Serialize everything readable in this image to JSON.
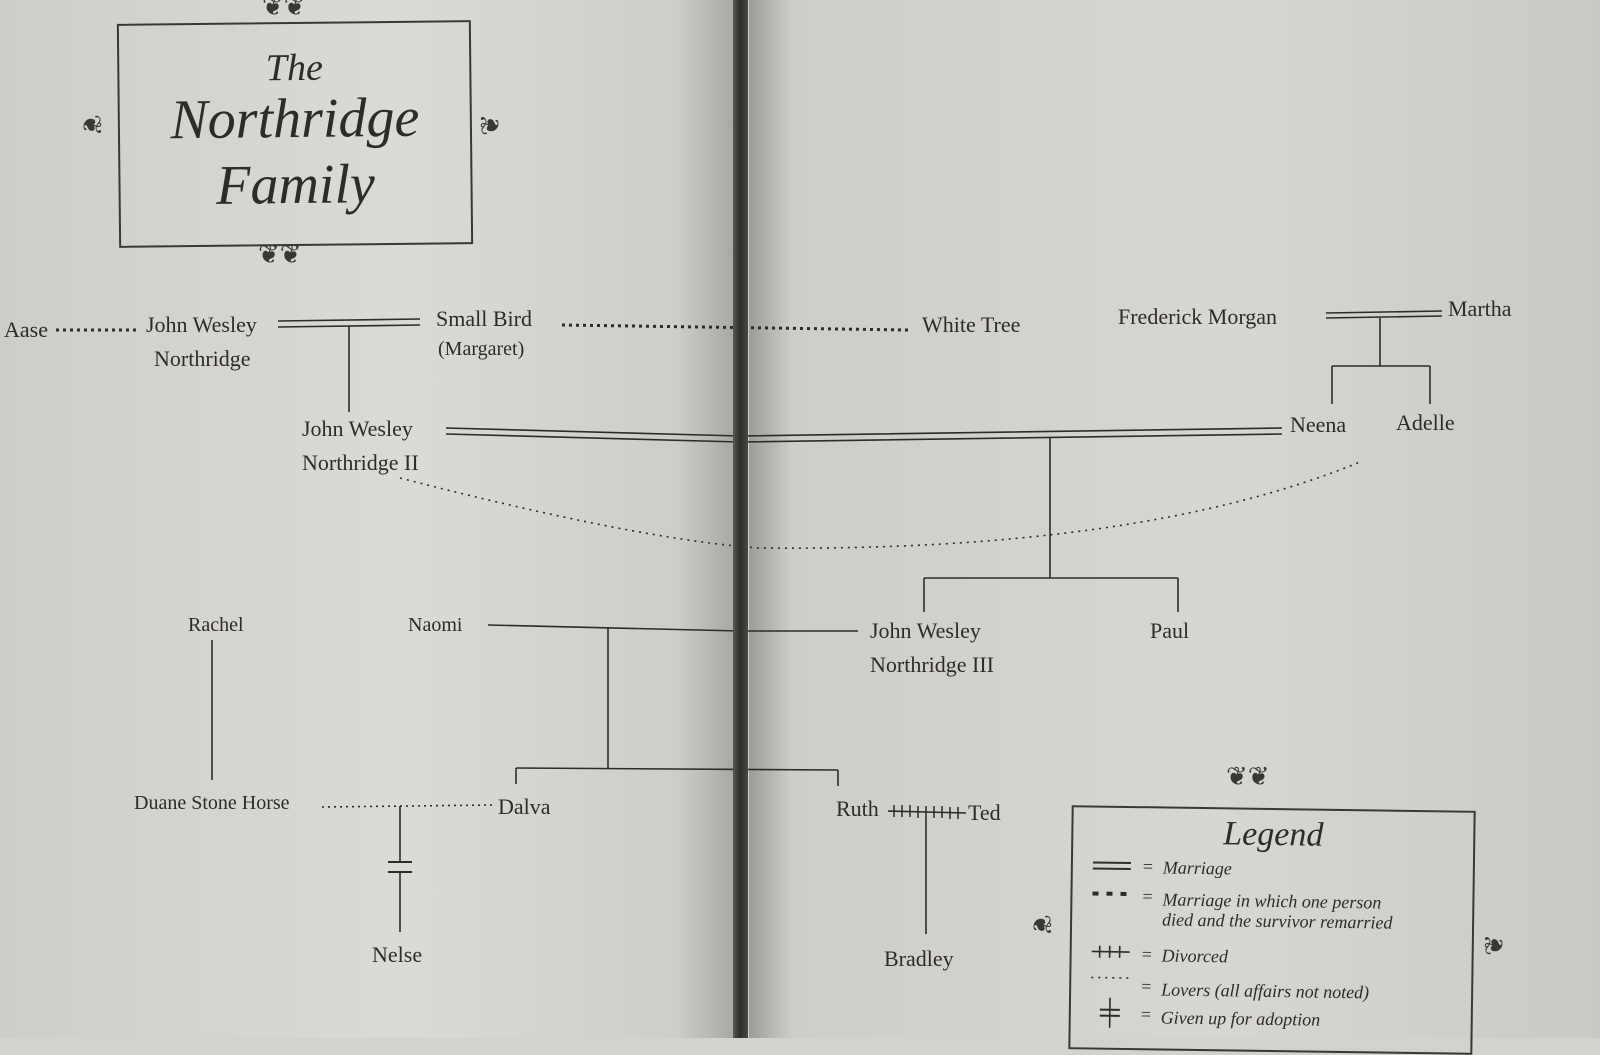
{
  "title": {
    "the": "The",
    "main_line1": "Northridge",
    "main_line2": "Family"
  },
  "people": {
    "aase": "Aase",
    "jw1_line1": "John Wesley",
    "jw1_line2": "Northridge",
    "small_bird": "Small Bird",
    "margaret": "(Margaret)",
    "white_tree": "White Tree",
    "frederick": "Frederick Morgan",
    "martha": "Martha",
    "jw2_line1": "John Wesley",
    "jw2_line2": "Northridge II",
    "neena": "Neena",
    "adelle": "Adelle",
    "rachel": "Rachel",
    "naomi": "Naomi",
    "jw3_line1": "John Wesley",
    "jw3_line2": "Northridge III",
    "paul": "Paul",
    "duane": "Duane Stone Horse",
    "dalva": "Dalva",
    "ruth": "Ruth",
    "ted": "Ted",
    "nelse": "Nelse",
    "bradley": "Bradley"
  },
  "legend": {
    "title": "Legend",
    "eq": "=",
    "marriage": "Marriage",
    "marriage_died_1": "Marriage in which one person",
    "marriage_died_2": "died and the survivor remarried",
    "divorced": "Divorced",
    "lovers": "Lovers (all affairs not noted)",
    "adoption": "Given up for adoption"
  },
  "colors": {
    "ink": "#2e2c2b",
    "paper": "#d4d2cf",
    "spine": "#2f2d2c"
  }
}
